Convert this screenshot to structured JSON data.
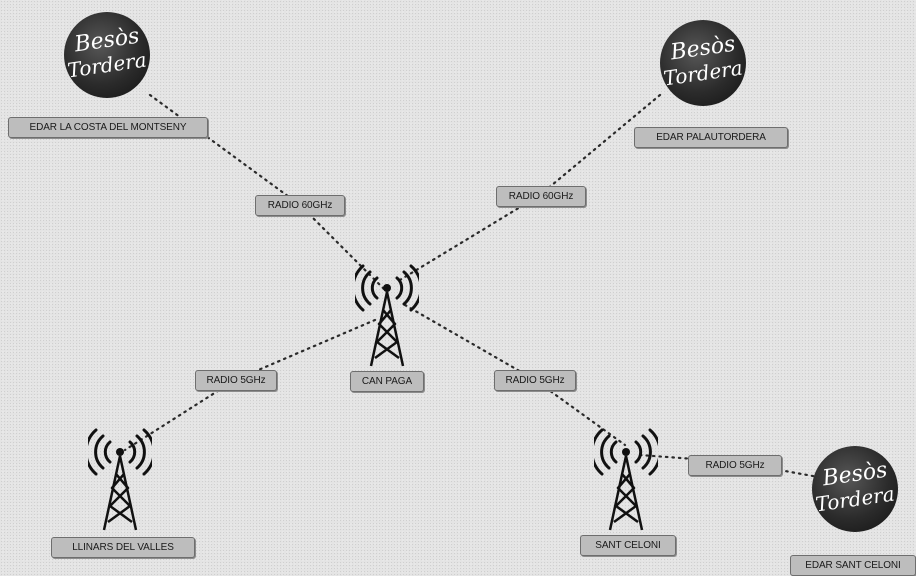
{
  "logo": {
    "line1": "Besòs",
    "line2": "Tordera"
  },
  "nodes": {
    "edar_costa": "EDAR LA COSTA DEL MONTSENY",
    "edar_palautordera": "EDAR PALAUTORDERA",
    "can_paga": "CAN PAGA",
    "llinars": "LLINARS DEL VALLES",
    "sant_celoni": "SANT CELONI",
    "edar_sant_celoni": "EDAR SANT CELONI"
  },
  "links": {
    "radio_60_left": "RADIO 60GHz",
    "radio_60_right": "RADIO 60GHz",
    "radio_5_left": "RADIO 5GHz",
    "radio_5_center": "RADIO 5GHz",
    "radio_5_right": "RADIO 5GHz"
  },
  "colors": {
    "background": "#e4e4e4",
    "label_fill": "#bdbdbd",
    "logo_dark": "#2b2b2b"
  },
  "icons": [
    "radio-tower-icon",
    "besos-tordera-logo"
  ]
}
